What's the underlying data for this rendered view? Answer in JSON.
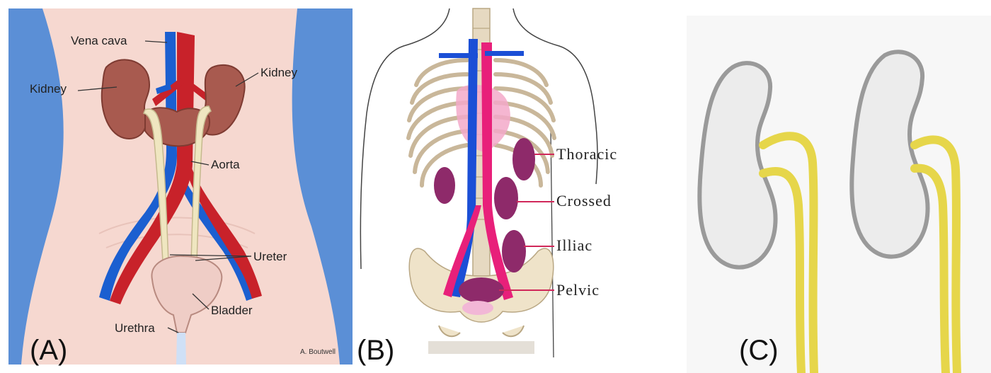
{
  "panels": {
    "a": {
      "letter": "(A)",
      "credit": "A. Boutwell",
      "labels": {
        "vena_cava": "Vena cava",
        "kidney_left": "Kidney",
        "kidney_right": "Kidney",
        "aorta": "Aorta",
        "ureter": "Ureter",
        "bladder": "Bladder",
        "urethra": "Urethra"
      }
    },
    "b": {
      "letter": "(B)",
      "labels": {
        "thoracic": "Thoracic",
        "crossed": "Crossed",
        "illiac": "Illiac",
        "pelvic": "Pelvic"
      }
    },
    "c": {
      "letter": "(C)"
    }
  },
  "colors": {
    "background_blue": "#5b8fd6",
    "skin": "#f6d8d0",
    "vein_blue": "#1b5fd0",
    "artery_red": "#c8222a",
    "kidney_brown": "#a85a4f",
    "ureter_cream": "#efe6c0",
    "kidney_purple": "#8e2a6a",
    "pointer_red": "#d0285a",
    "ureter_yellow": "#e6d64a",
    "kidney_gray": "#e8e8e8"
  }
}
